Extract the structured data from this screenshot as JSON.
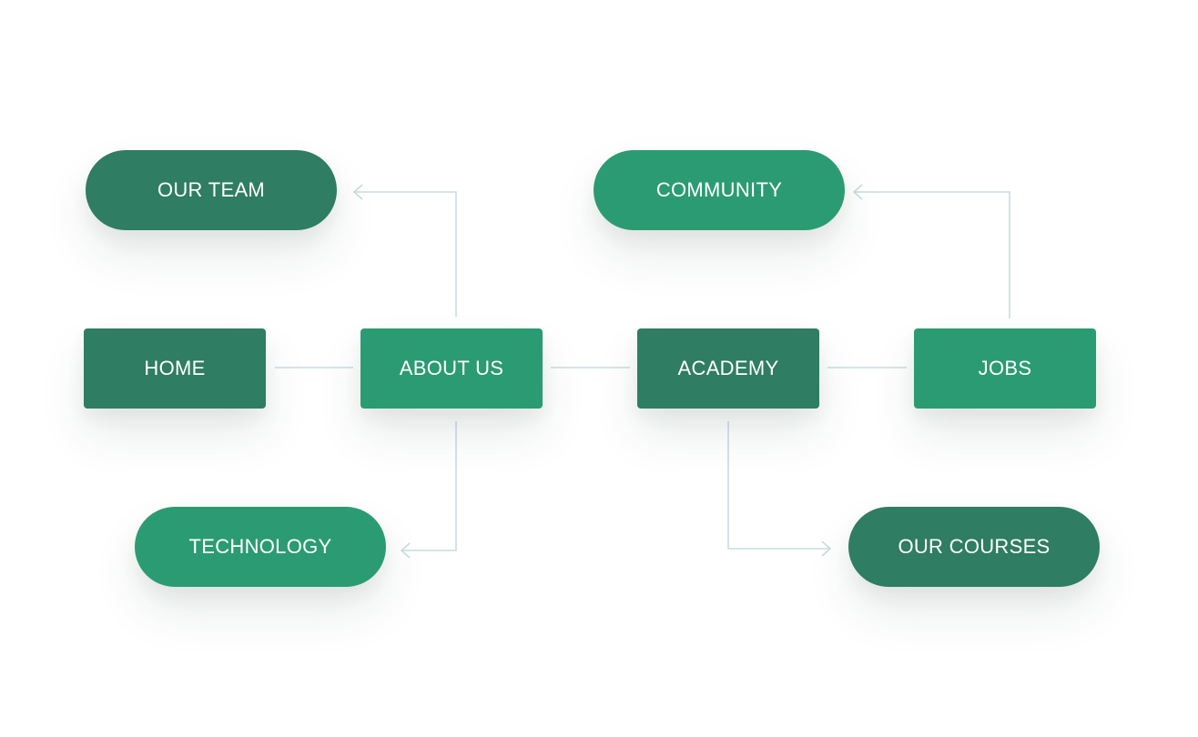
{
  "nodes": {
    "home": "HOME",
    "about_us": "ABOUT US",
    "academy": "ACADEMY",
    "jobs": "JOBS",
    "our_team": "OUR TEAM",
    "technology": "TECHNOLOGY",
    "community": "COMMUNITY",
    "our_courses": "OUR COURSES"
  },
  "colors": {
    "dark_green": "#2f7d62",
    "light_green": "#2b9b74",
    "connector": "#c9dce0"
  }
}
